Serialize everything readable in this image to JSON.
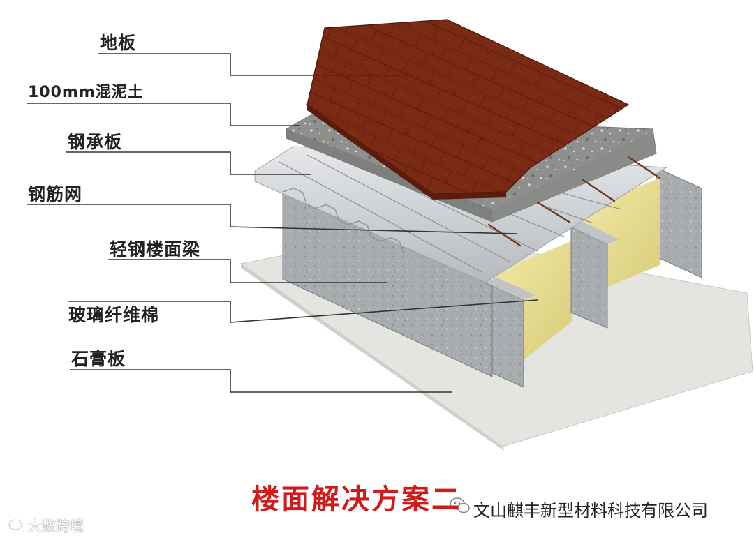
{
  "layers": [
    {
      "key": "floorboard",
      "label": "地板"
    },
    {
      "key": "concrete",
      "label": "100mm混泥土"
    },
    {
      "key": "steel-deck",
      "label": "钢承板"
    },
    {
      "key": "rebar-mesh",
      "label": "钢筋网"
    },
    {
      "key": "joist",
      "label": "轻钢楼面梁"
    },
    {
      "key": "glass-wool",
      "label": "玻璃纤维棉"
    },
    {
      "key": "gypsum-board",
      "label": "石膏板"
    }
  ],
  "caption": "楼面解决方案二",
  "company": "文山麒丰新型材料科技有限公司",
  "watermark": "大数跨境",
  "icons": [
    "wechat-icon",
    "weibo-icon"
  ],
  "colors": {
    "wood": "#7a2a14",
    "concrete": "#9a9c9a",
    "steel": "#c8ccd0",
    "insulation": "#e6dc8c",
    "gypsum": "#e6e6e2",
    "caption": "#d21a1a"
  }
}
